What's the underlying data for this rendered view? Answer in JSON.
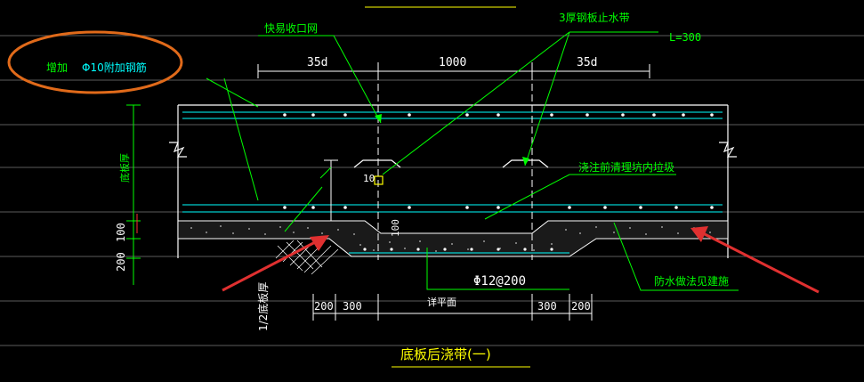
{
  "drawing": {
    "annotation_note": {
      "prefix": "增加",
      "bar_spec": "Φ10附加钢筋"
    },
    "label_mesh": "快易收口网",
    "label_waterstop": "3厚钢板止水带",
    "label_length": "L=300",
    "dims_top": [
      "35d",
      "1000",
      "35d"
    ],
    "label_thickness": "底板厚",
    "label_half_thickness": "1/2底板厚",
    "label_10": "10",
    "label_100_left": "100",
    "label_100_pit": "100",
    "label_200_left": "200",
    "label_clean": "浇注前清理坑内垃圾",
    "label_rebar": "Φ12@200",
    "label_waterproof": "防水做法见建施",
    "dims_bottom": [
      "200",
      "300",
      "300",
      "200"
    ],
    "label_detail": "详平面",
    "title": "底板后浇带(一)"
  },
  "colors": {
    "background": "#000000",
    "rebar_green": "#00ff00",
    "text_cyan": "#00ffff",
    "white": "#ffffff",
    "yellow": "#ffff00",
    "red_arrow": "#e03030",
    "annotation_orange": "#e06a1a"
  }
}
